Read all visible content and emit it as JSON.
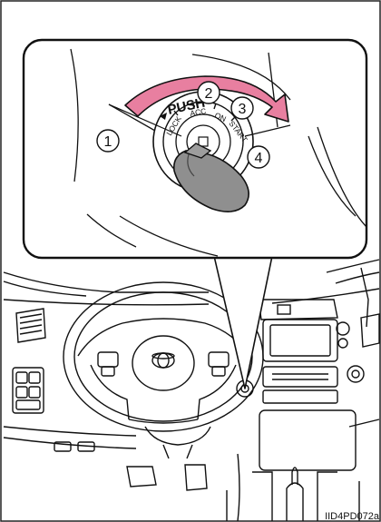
{
  "figure": {
    "position_labels": [
      "1",
      "2",
      "3",
      "4"
    ],
    "push_label": "PUSH",
    "switch_labels": {
      "lock": "LOCK",
      "acc": "ACC",
      "on": "ON",
      "start": "START"
    },
    "figure_code": "IID4PD072a",
    "colors": {
      "arrow": "#e87fa0",
      "line": "#111111",
      "key": "#8f8f8f"
    }
  }
}
